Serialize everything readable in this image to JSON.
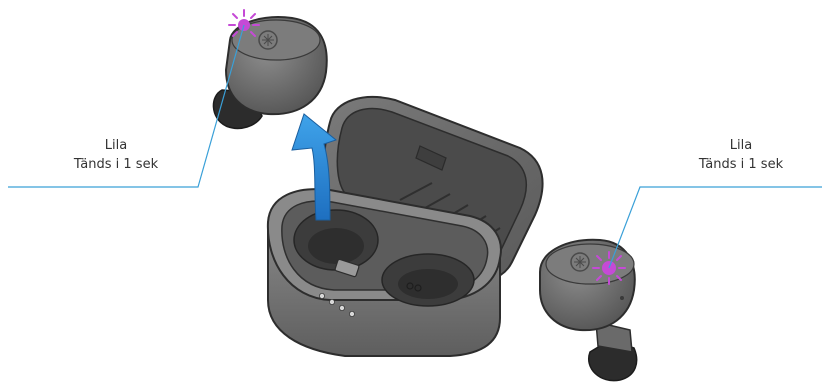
{
  "left_callout": {
    "color_label": "Lila",
    "timing_label": "Tänds i 1 sek"
  },
  "right_callout": {
    "color_label": "Lila",
    "timing_label": "Tänds i 1 sek"
  },
  "colors": {
    "leader_line": "#3aa0d8",
    "arrow": "#1f7fd0",
    "led": "#c54ad6",
    "body_gray": "#6d6d6d",
    "dark_gray": "#3c3c3c"
  },
  "icons": [
    "earbud-left-icon",
    "earbud-right-icon",
    "charging-case-icon",
    "lift-arrow-icon",
    "led-glow-icon"
  ]
}
